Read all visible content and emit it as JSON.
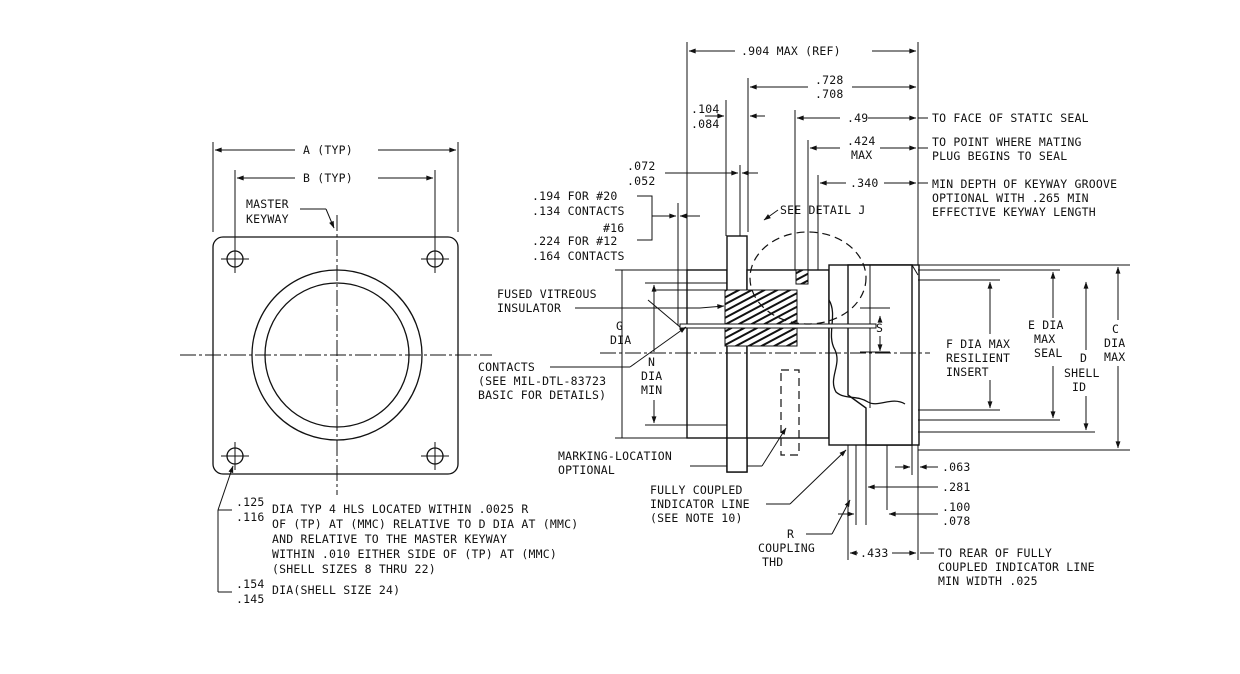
{
  "front_view": {
    "dim_a": "A (TYP)",
    "dim_b": "B (TYP)",
    "master_keyway": [
      "MASTER",
      "KEYWAY"
    ],
    "hole_dia_upper": ".125",
    "hole_dia_lower": ".116",
    "hole_note": [
      "DIA TYP 4 HLS LOCATED WITHIN .0025 R",
      "OF (TP) AT (MMC) RELATIVE TO D DIA AT (MMC)",
      "AND RELATIVE TO THE MASTER KEYWAY",
      "WITHIN .010 EITHER SIDE OF (TP) AT (MMC)",
      "(SHELL SIZES 8 THRU 22)"
    ],
    "hole24_upper": ".154",
    "hole24_lower": ".145",
    "hole24_note": "DIA(SHELL SIZE 24)"
  },
  "side_view": {
    "overall_max": ".904 MAX (REF)",
    "len_728": ".728",
    "len_708": ".708",
    "len_104": ".104",
    "len_084": ".084",
    "len_49": ".49",
    "note_static_seal": "TO FACE OF STATIC SEAL",
    "len_424": ".424",
    "max_word": "MAX",
    "note_mating": [
      "TO POINT WHERE MATING",
      "PLUG BEGINS TO SEAL"
    ],
    "len_340": ".340",
    "note_keyway": [
      "MIN DEPTH OF KEYWAY GROOVE",
      "OPTIONAL WITH .265 MIN",
      "EFFECTIVE KEYWAY LENGTH"
    ],
    "len_072": ".072",
    "len_052": ".052",
    "contacts_20": [
      ".194 FOR #20",
      ".134 CONTACTS"
    ],
    "contacts_16": "#16",
    "contacts_12": [
      ".224 FOR #12",
      ".164 CONTACTS"
    ],
    "see_detail": "SEE DETAIL J",
    "insulator": [
      "FUSED VITREOUS",
      "INSULATOR"
    ],
    "g_dia": [
      "G",
      "DIA"
    ],
    "n_dia": [
      "N",
      "DIA",
      "MIN"
    ],
    "contacts_label": [
      "CONTACTS",
      "(SEE MIL-DTL-83723",
      "BASIC FOR DETAILS)"
    ],
    "marking": [
      "MARKING-LOCATION",
      "OPTIONAL"
    ],
    "indicator": [
      "FULLY COUPLED",
      "INDICATOR LINE",
      "(SEE NOTE 10)"
    ],
    "s_label": "S",
    "f_dia": [
      "F DIA MAX",
      "RESILIENT",
      "INSERT"
    ],
    "e_dia": [
      "E DIA",
      "MAX",
      "SEAL"
    ],
    "d_shell": [
      "D",
      "SHELL",
      "ID"
    ],
    "c_dia": [
      "C",
      "DIA",
      "MAX"
    ],
    "len_063": ".063",
    "len_281": ".281",
    "len_100": ".100",
    "len_078": ".078",
    "r_coupling": [
      "R",
      "COUPLING",
      "THD"
    ],
    "len_433": ".433",
    "note_rear": [
      "TO REAR OF FULLY",
      "COUPLED INDICATOR LINE",
      "MIN WIDTH .025"
    ]
  }
}
